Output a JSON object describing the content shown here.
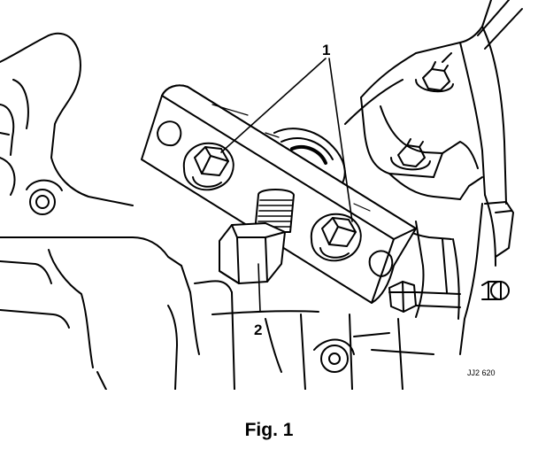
{
  "figure": {
    "callouts": [
      "1",
      "2"
    ],
    "reference_code": "JJ2 620"
  },
  "caption": "Fig. 1"
}
